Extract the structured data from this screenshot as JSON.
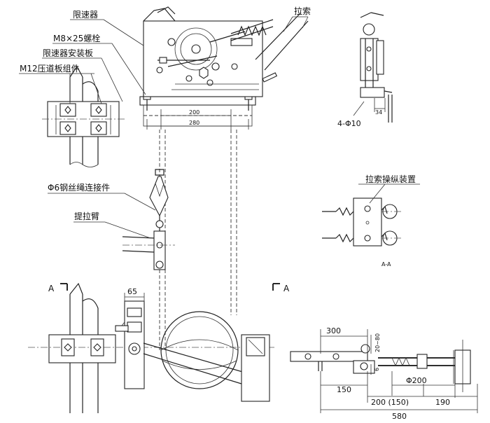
{
  "labels": {
    "governor": "限速器",
    "bolt": "M8×25螺栓",
    "mount_plate": "限速器安装板",
    "clamp_plate": "M12压道板组件",
    "pull_cable": "拉索",
    "rope_connector": "Φ6钢丝绳连接件",
    "lift_arm": "提拉臂",
    "cable_device": "拉索操纵装置",
    "section_aa": "A-A",
    "section_mark_left": "A",
    "section_mark_right": "A"
  },
  "dimensions": {
    "d200": "200",
    "d280": "280",
    "holes": "4-Φ10",
    "d34": "34",
    "d65": "65",
    "d300": "300",
    "d20_80": "20~80",
    "d6": "6",
    "d150": "150",
    "d200_150": "200 (150)",
    "d190": "190",
    "d580": "580",
    "phi200": "Φ200"
  }
}
